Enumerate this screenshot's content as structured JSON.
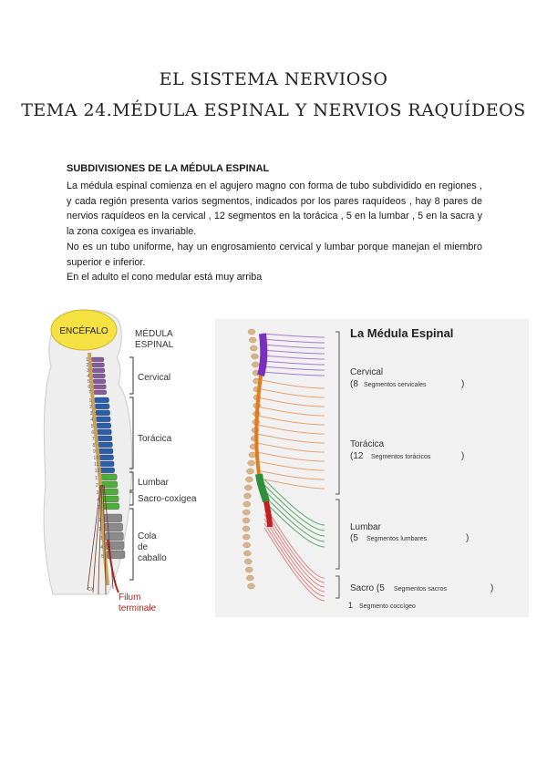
{
  "header": {
    "line1": "EL SISTEMA NERVIOSO",
    "line2": "TEMA 24.MÉDULA ESPINAL Y NERVIOS RAQUÍDEOS"
  },
  "section": {
    "heading": "SUBDIVISIONES DE LA MÉDULA ESPINAL",
    "paragraphs": [
      "La médula espinal comienza en el agujero magno con forma de tubo subdividido en regiones , y cada región presenta varios segmentos, indicados por los pares raquídeos , hay 8 pares de nervios raquídeos en la cervical , 12 segmentos en la torácica , 5 en la lumbar , 5 en la sacra y la zona coxígea es invariable.",
      "No es un tubo uniforme, hay un engrosamiento cervical y lumbar porque manejan el miembro superior e inferior.",
      "En el adulto el cono medular está muy arriba"
    ]
  },
  "figure_left": {
    "brain_label": "ENCÉFALO",
    "cord_label_1": "MÉDULA",
    "cord_label_2": "ESPINAL",
    "regions": {
      "cervical": "Cervical",
      "thoracic": "Torácica",
      "lumbar": "Lumbar",
      "sacro": "Sacro-coxígea",
      "cola_1": "Cola",
      "cola_2": "de",
      "cola_3": "caballo"
    },
    "filum_1": "Filum",
    "filum_2": "terminale",
    "vertebra_numbers": {
      "cervical": [
        "1",
        "2",
        "3",
        "4",
        "5",
        "6",
        "7"
      ],
      "thoracic": [
        "1",
        "2",
        "3",
        "4",
        "5",
        "6",
        "7",
        "8",
        "9",
        "10",
        "11",
        "12"
      ],
      "lumbar": [
        "1",
        "2",
        "3",
        "4",
        "5"
      ],
      "sacral": [
        "1",
        "2",
        "3",
        "4",
        "5"
      ],
      "coccyx": "CX"
    },
    "colors": {
      "brain": "#f5e142",
      "cervical": "#8a5a9e",
      "thoracic": "#2b5ea8",
      "lumbar": "#4fae3a",
      "sacral": "#8a8a8a",
      "filum": "#b22222"
    }
  },
  "figure_right": {
    "title": "La Médula Espinal",
    "cervical_name": "Cervical",
    "cervical_count": "(8",
    "cervical_text": "Segmentos cervicales",
    "cervical_close": ")",
    "thoracic_name": "Torácica",
    "thoracic_count": "(12",
    "thoracic_text": "Segmentos torácicos",
    "thoracic_close": ")",
    "lumbar_name": "Lumbar",
    "lumbar_count": "(5",
    "lumbar_text": "Segmentos lumbares",
    "lumbar_close": ")",
    "sacro_name": "Sacro (5",
    "sacro_text": "Segmentos sacros",
    "sacro_close": ")",
    "coccyx_count": "1",
    "coccyx_text": "Segmento coccígeo",
    "colors": {
      "cervical": "#a77ad1",
      "thoracic": "#e8a26a",
      "lumbar": "#57a86a",
      "sacral": "#e07e7e",
      "cord_top": "#7b2fc0",
      "cord_mid": "#e07b1e",
      "cord_green": "#2f8f3a",
      "cord_red": "#c21f1f"
    }
  }
}
